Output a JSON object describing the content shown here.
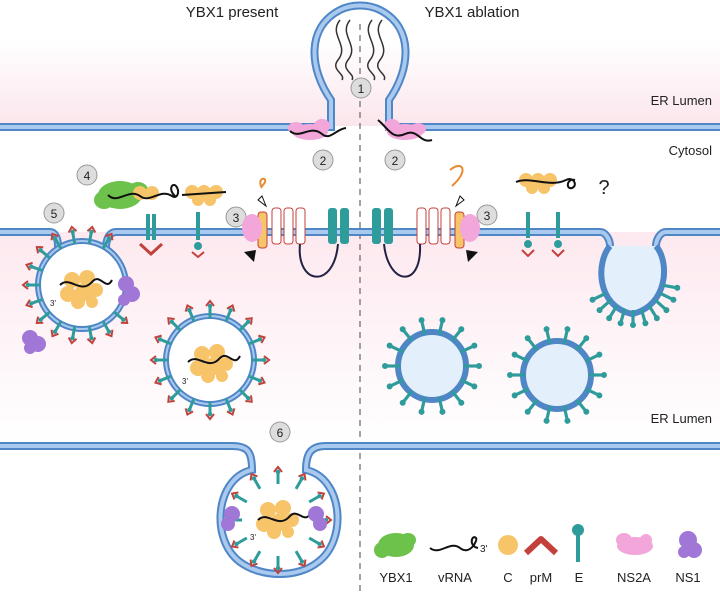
{
  "titles": {
    "left": "YBX1 present",
    "right": "YBX1 ablation"
  },
  "regions": {
    "er_lumen_top": "ER Lumen",
    "cytosol": "Cytosol",
    "er_lumen_bottom": "ER Lumen"
  },
  "steps": [
    "1",
    "2",
    "2",
    "3",
    "3",
    "4",
    "5",
    "6"
  ],
  "unknown_mark": "?",
  "rna_end_label": "3'",
  "legend": [
    {
      "id": "ybx1",
      "label": "YBX1"
    },
    {
      "id": "vrna",
      "label": "vRNA"
    },
    {
      "id": "c",
      "label": "C"
    },
    {
      "id": "prm",
      "label": "prM"
    },
    {
      "id": "e",
      "label": "E"
    },
    {
      "id": "ns2a",
      "label": "NS2A"
    },
    {
      "id": "ns1",
      "label": "NS1"
    }
  ],
  "colors": {
    "membrane": "#8fb6e3",
    "membrane_edge": "#4f86c6",
    "lumen_tint": "#fdeef2",
    "capsid": "#f7c46a",
    "ybx1": "#6cc24a",
    "prm": "#c2413b",
    "e_protein": "#2f9c9c",
    "ns2a": "#f3a6da",
    "ns1": "#a077d6",
    "orange_loop": "#e98a2e"
  }
}
